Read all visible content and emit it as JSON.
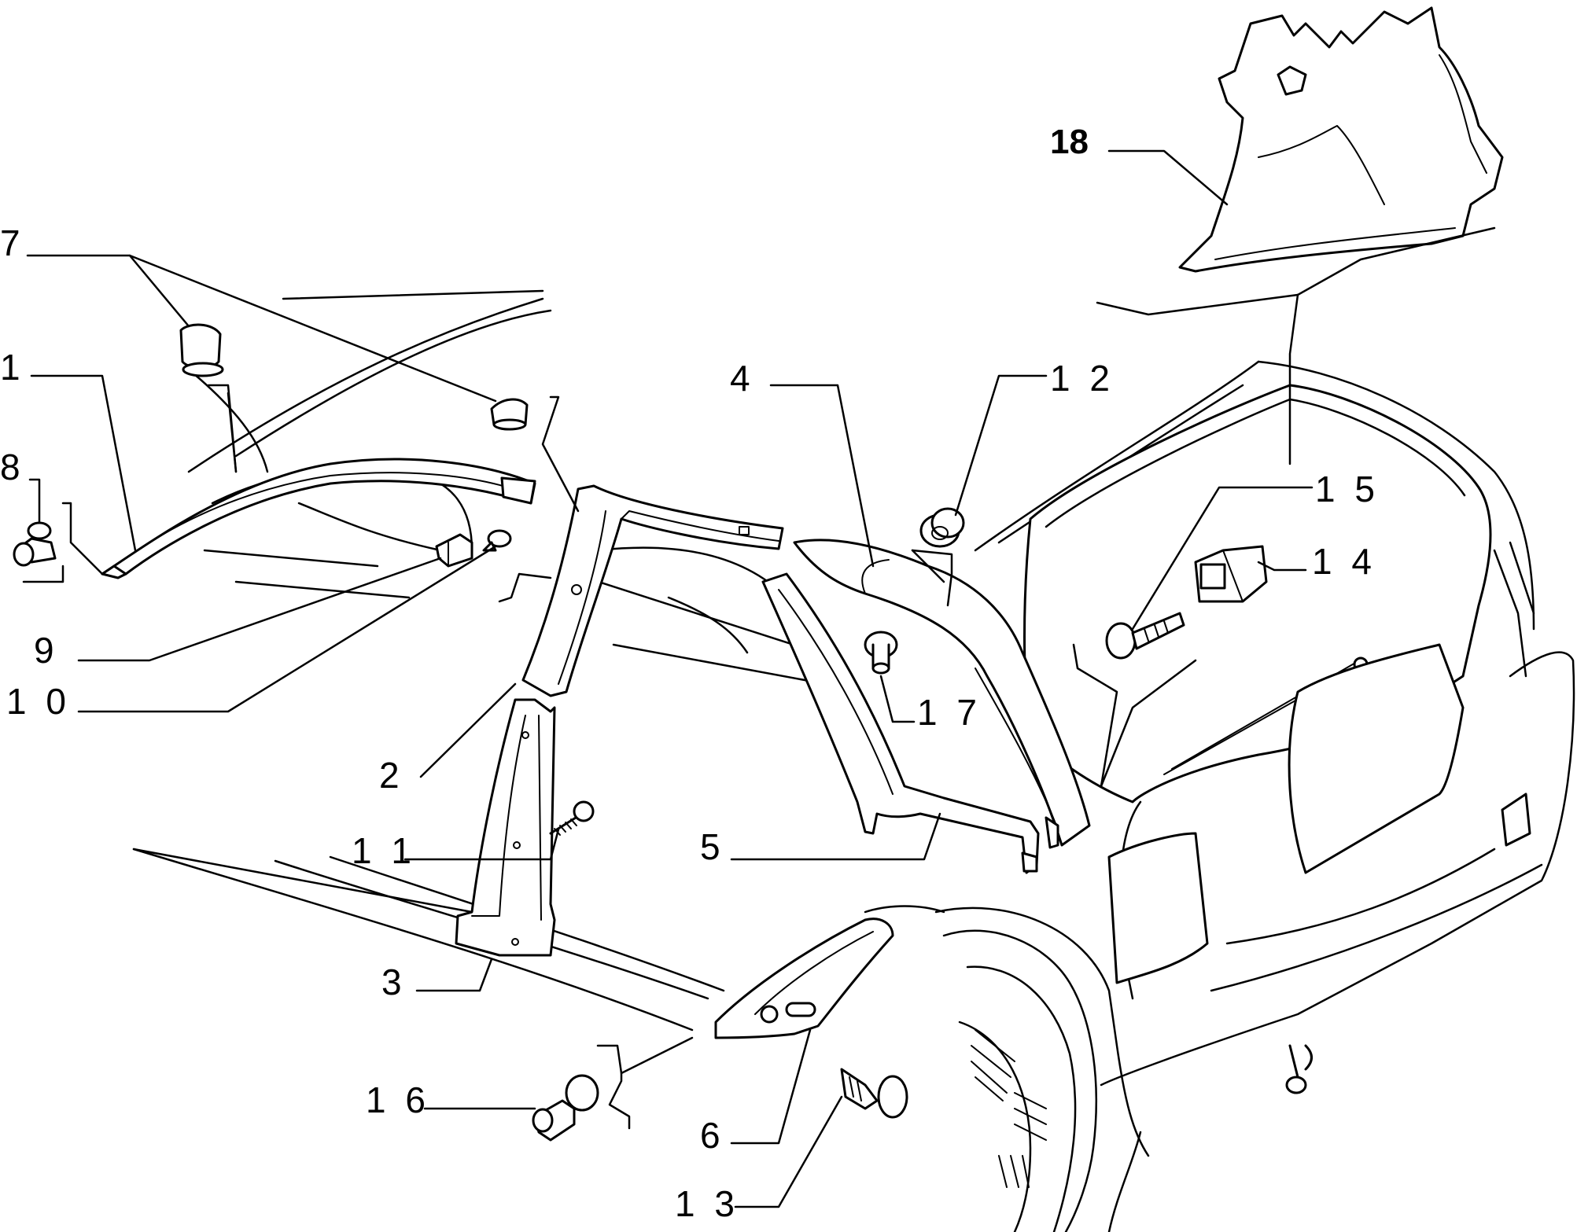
{
  "callouts": {
    "c1": "1",
    "c2": "2",
    "c3": "3",
    "c4": "4",
    "c5": "5",
    "c6": "6",
    "c7": "7",
    "c8": "8",
    "c9": "9",
    "c10": "1 0",
    "c11": "1 1",
    "c12": "1 2",
    "c13": "1 3",
    "c14": "1 4",
    "c15": "1 5",
    "c16": "1 6",
    "c17": "1 7",
    "c18": "18"
  }
}
